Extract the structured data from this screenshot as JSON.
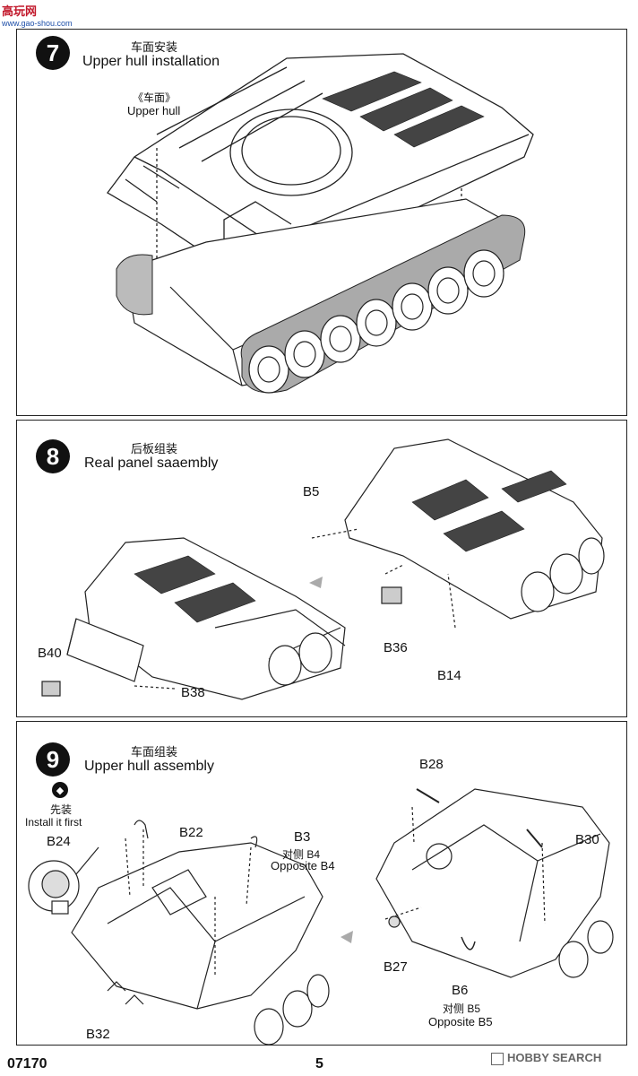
{
  "header_logo": {
    "text": "高玩网",
    "url_text": "www.gao-shou.com"
  },
  "steps": [
    {
      "number": "7",
      "title_cn": "车面安装",
      "title_en": "Upper hull installation",
      "callouts": [
        {
          "cn": "《车面》",
          "en": "Upper hull"
        }
      ]
    },
    {
      "number": "8",
      "title_cn": "后板组装",
      "title_en": "Real panel saaembly",
      "labels": [
        "B5",
        "B36",
        "B14",
        "B40",
        "B38"
      ]
    },
    {
      "number": "9",
      "title_cn": "车面组装",
      "title_en": "Upper hull assembly",
      "note": {
        "cn": "先装",
        "en": "Install it first"
      },
      "labels": [
        "B24",
        "B22",
        "B3",
        "B28",
        "B30",
        "B27",
        "B6",
        "B32"
      ],
      "opposite": [
        {
          "cn": "对侧 B4",
          "en": "Opposite B4"
        },
        {
          "cn": "对侧 B5",
          "en": "Opposite B5"
        }
      ]
    }
  ],
  "footer": {
    "code": "07170",
    "page": "5",
    "watermark": "HOBBY SEARCH"
  }
}
